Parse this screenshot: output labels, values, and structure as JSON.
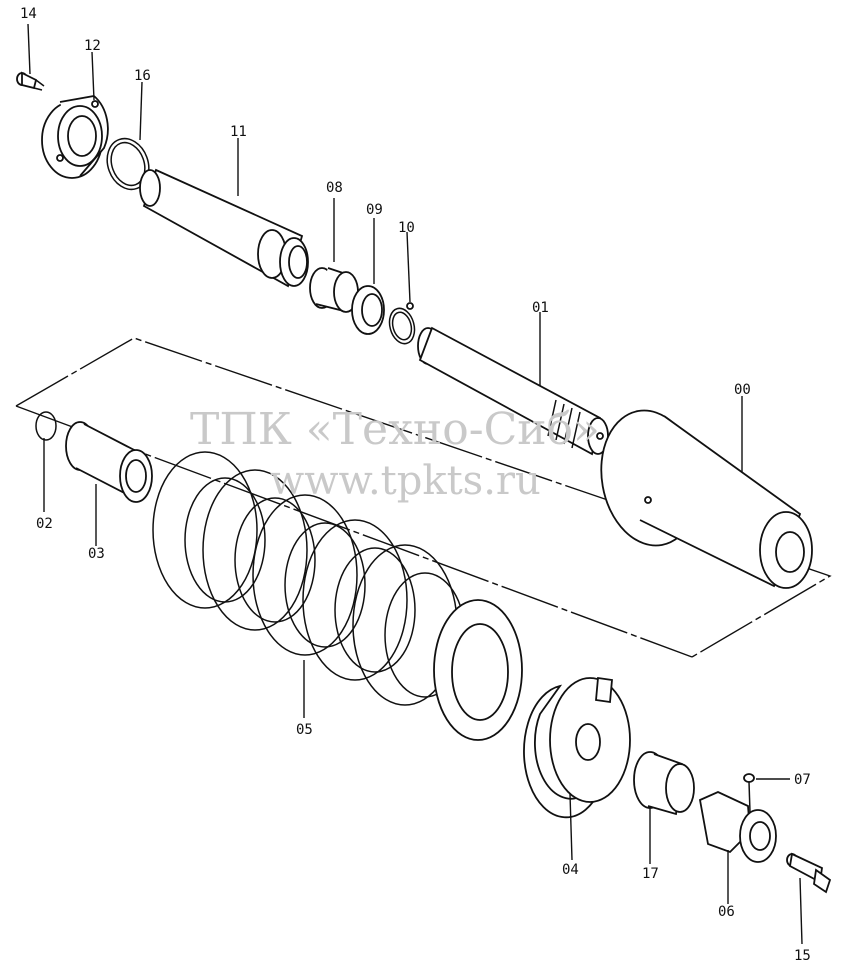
{
  "watermark": {
    "line1": "ТПК «Техно-Сиб»",
    "line2": "www.tpkts.ru"
  },
  "labels": {
    "p00": "00",
    "p01": "01",
    "p02": "02",
    "p03": "03",
    "p04": "04",
    "p05": "05",
    "p06": "06",
    "p07": "07",
    "p08": "08",
    "p09": "09",
    "p10": "10",
    "p11": "11",
    "p12": "12",
    "p14": "14",
    "p15": "15",
    "p16": "16",
    "p17": "17"
  }
}
